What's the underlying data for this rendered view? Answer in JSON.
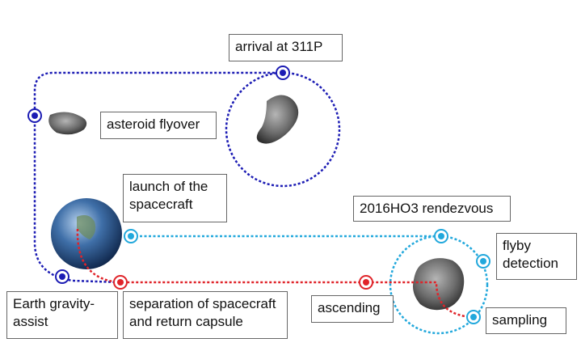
{
  "labels": {
    "arrival": "arrival at 311P",
    "flyover": "asteroid flyover",
    "launch": "launch of the spacecraft",
    "rendezvous": "2016HO3 rendezvous",
    "flyby": "flyby detection",
    "ascending": "ascending",
    "sampling": "sampling",
    "gravity_assist": "Earth gravity-assist",
    "separation": "separation of spacecraft and return capsule"
  },
  "colors": {
    "dark_blue": "#1c1cb4",
    "light_blue": "#22a8dc",
    "red": "#e0242a"
  }
}
